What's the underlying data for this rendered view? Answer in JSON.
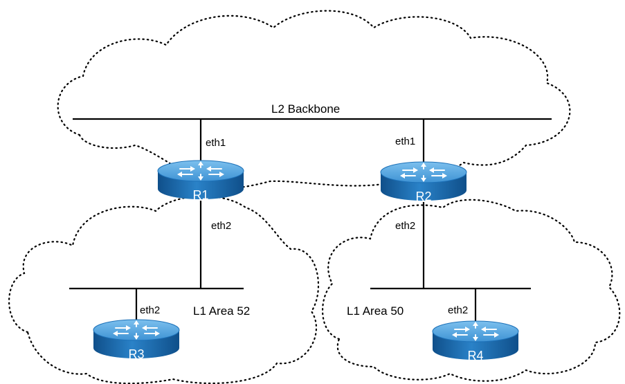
{
  "backbone": {
    "label": "L2 Backbone"
  },
  "areas": {
    "left": {
      "label": "L1 Area 52"
    },
    "right": {
      "label": "L1 Area 50"
    }
  },
  "interfaces": {
    "r1_up": "eth1",
    "r1_down": "eth2",
    "r2_up": "eth1",
    "r2_down": "eth2",
    "r3_up": "eth2",
    "r4_up": "eth2"
  },
  "routers": {
    "r1": {
      "label": "R1",
      "icon": "router-icon"
    },
    "r2": {
      "label": "R2",
      "icon": "router-icon"
    },
    "r3": {
      "label": "R3",
      "icon": "router-icon"
    },
    "r4": {
      "label": "R4",
      "icon": "router-icon"
    }
  },
  "colors": {
    "router_top": "#5ba8e0",
    "router_side": "#1d71b8",
    "router_side_dark": "#0f4f8a",
    "link": "#000000"
  }
}
